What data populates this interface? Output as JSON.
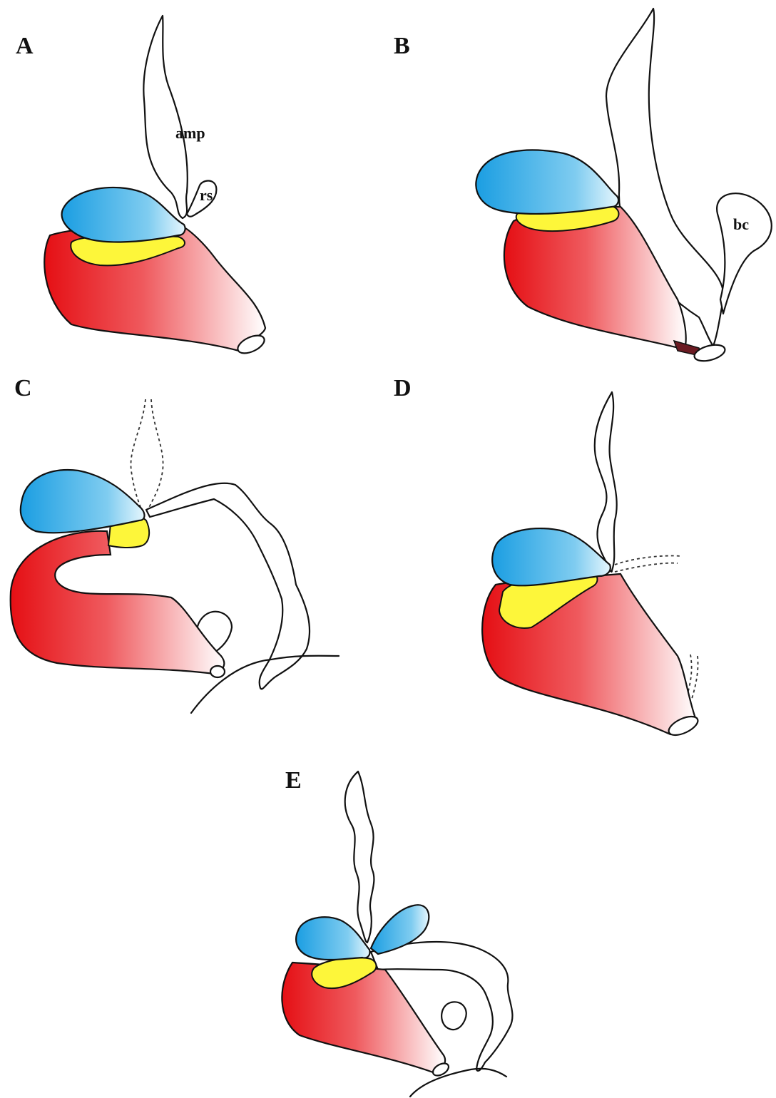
{
  "figure": {
    "panels": [
      {
        "id": "A",
        "label": "A",
        "annotations": [
          "amp",
          "rs"
        ]
      },
      {
        "id": "B",
        "label": "B",
        "annotations": [
          "bc"
        ]
      },
      {
        "id": "C",
        "label": "C",
        "annotations": []
      },
      {
        "id": "D",
        "label": "D",
        "annotations": []
      },
      {
        "id": "E",
        "label": "E",
        "annotations": []
      }
    ]
  },
  "colors": {
    "blue": "#2ea8e6",
    "red": "#e8141a",
    "yellow": "#fdf63a",
    "outline": "#111111"
  }
}
